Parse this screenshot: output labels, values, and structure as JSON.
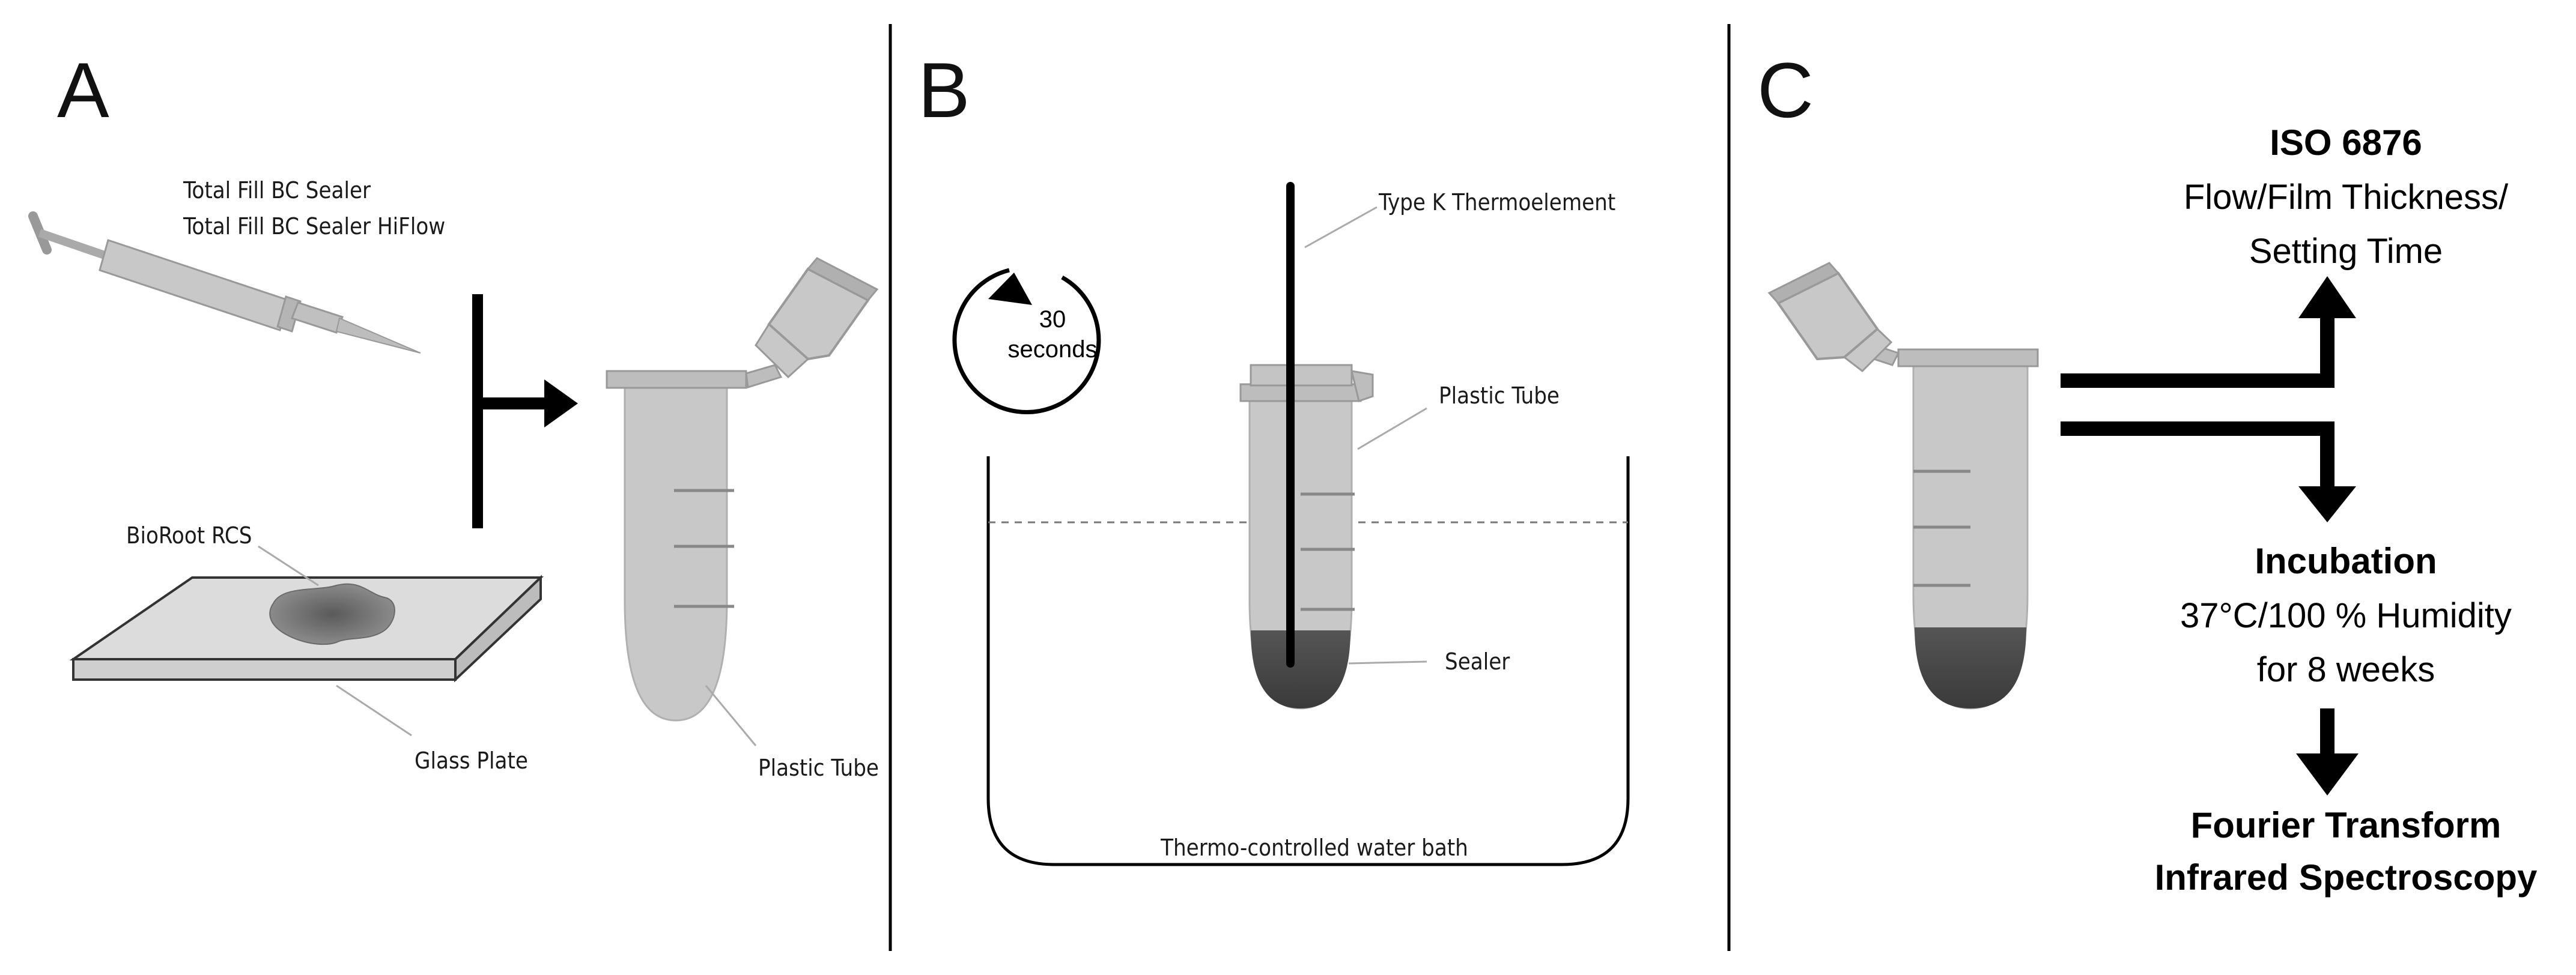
{
  "panels": {
    "a": {
      "letter": "A",
      "syringe_label_1": "Total Fill BC Sealer",
      "syringe_label_2": "Total Fill BC Sealer HiFlow",
      "bioroot_label": "BioRoot RCS",
      "glass_plate_label": "Glass Plate",
      "plastic_tube_label": "Plastic Tube"
    },
    "b": {
      "letter": "B",
      "timer_value": "30",
      "timer_unit": "seconds",
      "thermoelement_label": "Type K Thermoelement",
      "plastic_tube_label": "Plastic Tube",
      "sealer_label": "Sealer",
      "water_bath_label": "Thermo-controlled water bath"
    },
    "c": {
      "letter": "C",
      "iso_title": "ISO 6876",
      "iso_line_1": "Flow/Film Thickness/",
      "iso_line_2": "Setting Time",
      "incubation_title": "Incubation",
      "incubation_line_1": "37°C/100 % Humidity",
      "incubation_line_2": "for 8 weeks",
      "ftir_line_1": "Fourier Transform",
      "ftir_line_2": "Infrared Spectroscopy"
    }
  },
  "colors": {
    "tube_fill": "#c8c8c8",
    "tube_stroke": "#a8a8a8",
    "sealer_fill": "#4a4a4a",
    "arrow": "#000000",
    "divider": "#000000"
  }
}
